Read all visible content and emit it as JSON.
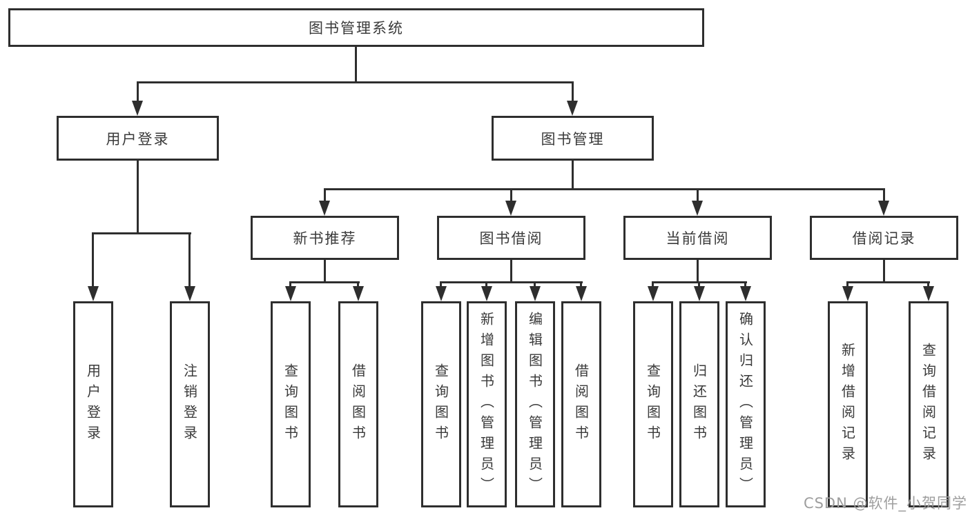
{
  "diagram": {
    "type": "tree",
    "root": {
      "label": "图书管理系统"
    },
    "level2": [
      {
        "label": "用户登录"
      },
      {
        "label": "图书管理"
      }
    ],
    "level3": [
      {
        "label": "新书推荐",
        "parent": "图书管理"
      },
      {
        "label": "图书借阅",
        "parent": "图书管理"
      },
      {
        "label": "当前借阅",
        "parent": "图书管理"
      },
      {
        "label": "借阅记录",
        "parent": "图书管理"
      }
    ],
    "leaves": [
      {
        "label": "用户登录",
        "parent": "用户登录"
      },
      {
        "label": "注销登录",
        "parent": "用户登录"
      },
      {
        "label": "查询图书",
        "parent": "新书推荐"
      },
      {
        "label": "借阅图书",
        "parent": "新书推荐"
      },
      {
        "label": "查询图书",
        "parent": "图书借阅"
      },
      {
        "label": "新增图书（管理员）",
        "parent": "图书借阅"
      },
      {
        "label": "编辑图书（管理员）",
        "parent": "图书借阅"
      },
      {
        "label": "借阅图书",
        "parent": "图书借阅"
      },
      {
        "label": "查询图书",
        "parent": "当前借阅"
      },
      {
        "label": "归还图书",
        "parent": "当前借阅"
      },
      {
        "label": "确认归还（管理员）",
        "parent": "当前借阅"
      },
      {
        "label": "新增借阅记录",
        "parent": "借阅记录"
      },
      {
        "label": "查询借阅记录",
        "parent": "借阅记录"
      }
    ]
  },
  "watermark": {
    "text": "CSDN @软件_小贺同学"
  },
  "colors": {
    "line": "#2e2e2e",
    "box_border": "#2e2e2e",
    "box_background": "#ffffff",
    "text": "#3a3a3a",
    "watermark": "#9e9e9e",
    "background": "#ffffff"
  }
}
